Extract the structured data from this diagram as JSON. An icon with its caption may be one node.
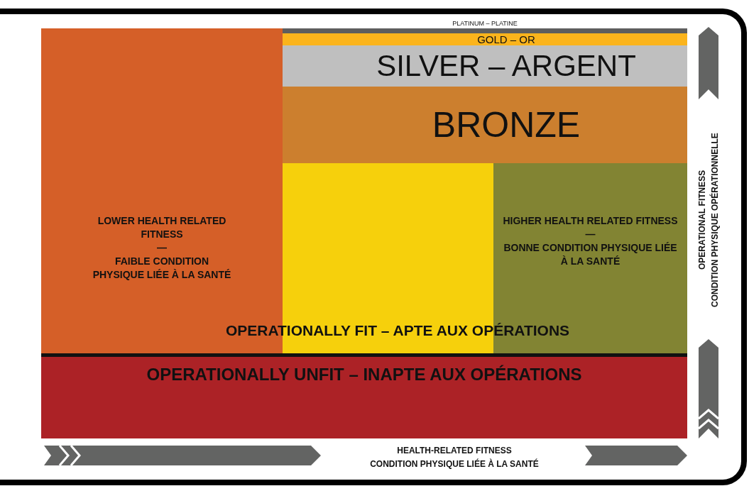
{
  "diagram": {
    "nodes": [
      {
        "text": [
          "LOWER HEALTH RELATED FITNESS",
          "—",
          "FAIBLE CONDITION PHYSIQUE LIÉE À LA SANTÉ"
        ]
      },
      {
        "text": [
          "PLATINUM – PLATINE"
        ]
      },
      {
        "text": [
          "GOLD – OR"
        ]
      },
      {
        "text": [
          "SILVER – ARGENT"
        ]
      },
      {
        "text": [
          "BRONZE"
        ]
      },
      {
        "text": [],
        "shape": "box"
      },
      {
        "text": [
          "HIGHER HEALTH RELATED FITNESS",
          "—",
          "BONNE CONDITION PHYSIQUE LIÉE À LA SANTÉ"
        ]
      },
      {
        "text": [
          "OPERATIONALLY UNFIT – INAPTE AUX OPÉRATIONS"
        ]
      }
    ],
    "edges": [],
    "labels": [
      "OPERATIONALLY FIT – APTE AUX OPÉRATIONS",
      "OPERATIONAL FITNESS",
      "CONDITION PHYSIQUE OPÉRATIONNELLE",
      "HEALTH-RELATED FITNESS",
      "CONDITION PHYSIQUE LIÉE À LA SANTÉ"
    ]
  }
}
